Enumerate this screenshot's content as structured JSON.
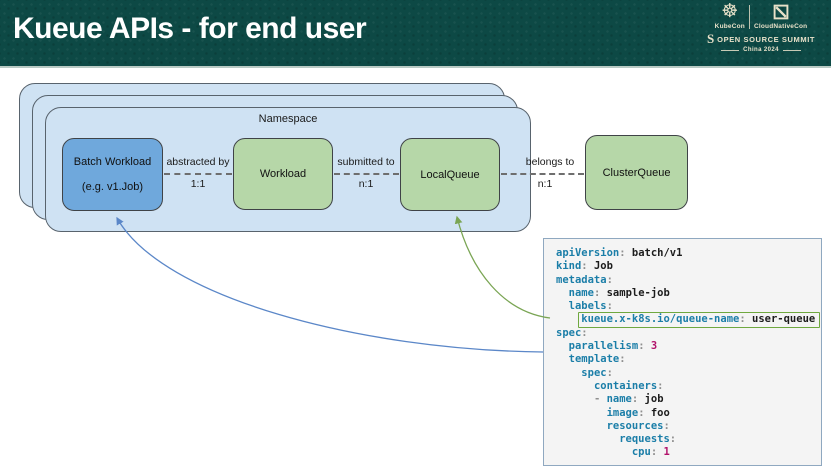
{
  "header": {
    "title": "Kueue APIs - for end user",
    "logos": {
      "kubecon": "KubeCon",
      "cloudnativecon": "CloudNativeCon",
      "summit": "OPEN SOURCE SUMMIT",
      "event": "China 2024",
      "kubecon_icon": "kubernetes-wheel-icon",
      "cloudnativecon_icon": "cncf-cube-icon",
      "summit_icon": "open-source-summit-s-icon"
    }
  },
  "diagram": {
    "namespace_label": "Namespace",
    "nodes": {
      "batch_workload": {
        "line1": "Batch Workload",
        "line2": "(e.g. v1.Job)"
      },
      "workload": {
        "label": "Workload"
      },
      "localqueue": {
        "label": "LocalQueue"
      },
      "clusterqueue": {
        "label": "ClusterQueue"
      }
    },
    "relations": [
      {
        "label": "abstracted by",
        "cardinality": "1:1"
      },
      {
        "label": "submitted to",
        "cardinality": "n:1"
      },
      {
        "label": "belongs to",
        "cardinality": "n:1"
      }
    ]
  },
  "code": {
    "lines": [
      {
        "indent": "",
        "tokens": [
          [
            "k",
            "apiVersion"
          ],
          [
            "c",
            ": "
          ],
          [
            "v",
            "batch/v1"
          ]
        ]
      },
      {
        "indent": "",
        "tokens": [
          [
            "k",
            "kind"
          ],
          [
            "c",
            ": "
          ],
          [
            "v",
            "Job"
          ]
        ]
      },
      {
        "indent": "",
        "tokens": [
          [
            "k",
            "metadata"
          ],
          [
            "c",
            ":"
          ]
        ]
      },
      {
        "indent": "  ",
        "tokens": [
          [
            "k",
            "name"
          ],
          [
            "c",
            ": "
          ],
          [
            "v",
            "sample-job"
          ]
        ]
      },
      {
        "indent": "  ",
        "tokens": [
          [
            "k",
            "labels"
          ],
          [
            "c",
            ":"
          ]
        ]
      },
      {
        "indent": "    ",
        "highlight": true,
        "tokens": [
          [
            "k",
            "kueue.x-k8s.io/queue-name"
          ],
          [
            "c",
            ": "
          ],
          [
            "v",
            "user-queue"
          ]
        ]
      },
      {
        "indent": "",
        "tokens": [
          [
            "k",
            "spec"
          ],
          [
            "c",
            ":"
          ]
        ]
      },
      {
        "indent": "  ",
        "tokens": [
          [
            "k",
            "parallelism"
          ],
          [
            "c",
            ": "
          ],
          [
            "n",
            "3"
          ]
        ]
      },
      {
        "indent": "  ",
        "tokens": [
          [
            "k",
            "template"
          ],
          [
            "c",
            ":"
          ]
        ]
      },
      {
        "indent": "    ",
        "tokens": [
          [
            "k",
            "spec"
          ],
          [
            "c",
            ":"
          ]
        ]
      },
      {
        "indent": "      ",
        "tokens": [
          [
            "k",
            "containers"
          ],
          [
            "c",
            ":"
          ]
        ]
      },
      {
        "indent": "      ",
        "tokens": [
          [
            "c",
            "- "
          ],
          [
            "k",
            "name"
          ],
          [
            "c",
            ": "
          ],
          [
            "v",
            "job"
          ]
        ]
      },
      {
        "indent": "        ",
        "tokens": [
          [
            "k",
            "image"
          ],
          [
            "c",
            ": "
          ],
          [
            "v",
            "foo"
          ]
        ]
      },
      {
        "indent": "        ",
        "tokens": [
          [
            "k",
            "resources"
          ],
          [
            "c",
            ":"
          ]
        ]
      },
      {
        "indent": "          ",
        "tokens": [
          [
            "k",
            "requests"
          ],
          [
            "c",
            ":"
          ]
        ]
      },
      {
        "indent": "            ",
        "tokens": [
          [
            "k",
            "cpu"
          ],
          [
            "c",
            ": "
          ],
          [
            "n",
            "1"
          ]
        ]
      }
    ]
  },
  "colors": {
    "header-bg": "#0d4945",
    "cream": "#e8e1c9",
    "ns-fill": "#cfe2f3",
    "node-blue": "#6fa8dc",
    "node-green": "#b6d7a8",
    "key": "#1b7ea8",
    "num": "#b2136b",
    "val": "#1c1c1c",
    "colon": "#8f8f8f",
    "hl-border": "#6fa83f",
    "arrow-blue": "#5b87c8",
    "arrow-green": "#7aa554",
    "code-bg": "#f4f4f4",
    "code-border": "#8fa8c0"
  }
}
